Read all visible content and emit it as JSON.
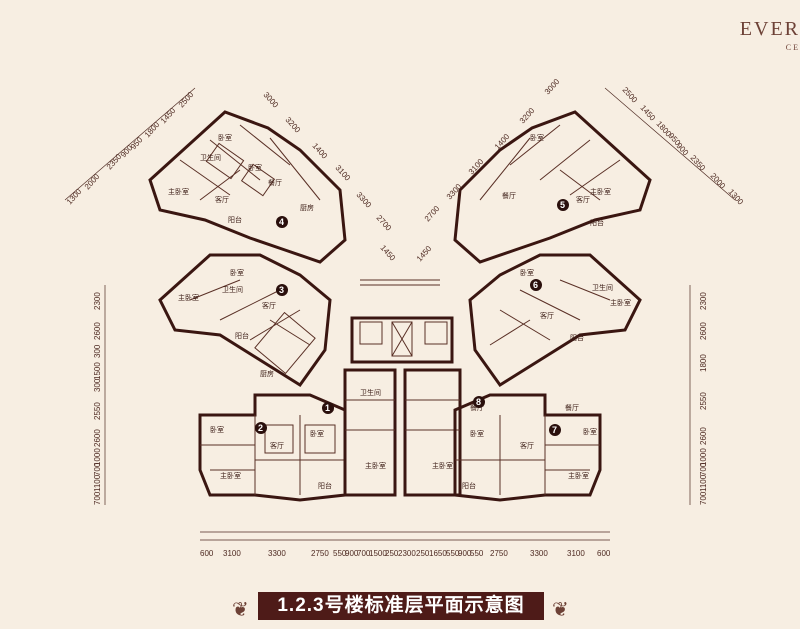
{
  "brand": {
    "name": "EVER",
    "sub": "CE"
  },
  "title": "1.2.3号楼标准层平面示意图",
  "units": [
    "1",
    "2",
    "3",
    "4",
    "5",
    "6",
    "7",
    "8"
  ],
  "rooms": {
    "master": "主卧室",
    "bed": "卧室",
    "living": "客厅",
    "dining": "餐厅",
    "kitchen": "厨房",
    "bath": "卫生间",
    "balcony": "阳台",
    "bed_short": "卧室"
  },
  "bottom_dims": [
    "600",
    "3100",
    "3300",
    "2750",
    "550",
    "900",
    "700",
    "1500",
    "250",
    "2300",
    "250",
    "1650",
    "550",
    "900",
    "550",
    "2750",
    "3300",
    "3100",
    "600"
  ],
  "left_dims": [
    "2300",
    "2600",
    "300",
    "1500",
    "300",
    "2550",
    "2600",
    "1000",
    "700",
    "1100",
    "700"
  ],
  "right_dims": [
    "2300",
    "2600",
    "1800",
    "2550",
    "2600",
    "1000",
    "700",
    "1100",
    "700"
  ],
  "diag_left_dims": [
    "1300",
    "2000",
    "2350",
    "900",
    "950",
    "1800",
    "1450",
    "2500"
  ],
  "diag_right_dims": [
    "2500",
    "1450",
    "1800",
    "950",
    "900",
    "2350",
    "2000",
    "1300"
  ],
  "inner_left_dims": [
    "3000",
    "3200",
    "1400",
    "3100",
    "3300",
    "2700"
  ],
  "inner_right_dims": [
    "3000",
    "3200",
    "1400",
    "3100",
    "3300",
    "2700"
  ],
  "center_dims": [
    "1450",
    "1450"
  ]
}
